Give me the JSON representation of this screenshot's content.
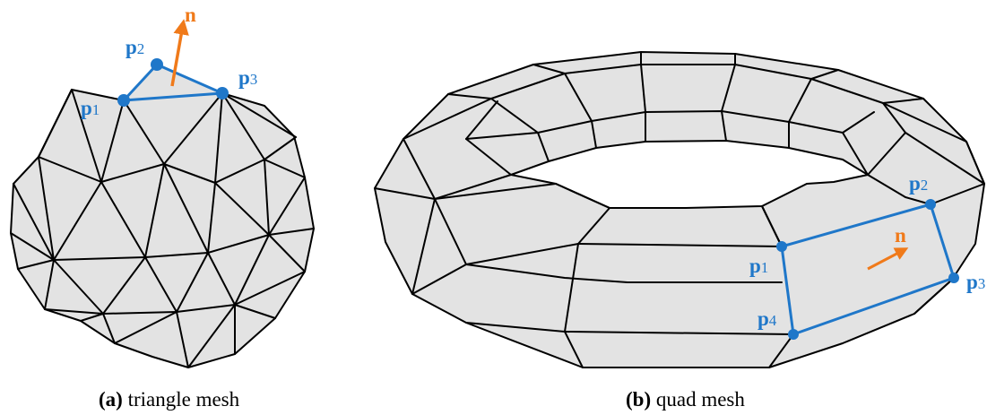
{
  "colors": {
    "accent_blue": "#1f77c9",
    "accent_orange": "#f07a1a",
    "face_fill": "#e3e3e3",
    "edge": "#000000"
  },
  "triangle_panel": {
    "normal_label": "n",
    "points": [
      {
        "main": "p",
        "sub": "2"
      },
      {
        "main": "p",
        "sub": "3"
      },
      {
        "main": "p",
        "sub": "1"
      }
    ],
    "caption": {
      "tag": "(a)",
      "text": " triangle mesh"
    }
  },
  "quad_panel": {
    "normal_label": "n",
    "points": [
      {
        "main": "p",
        "sub": "2"
      },
      {
        "main": "p",
        "sub": "1"
      },
      {
        "main": "p",
        "sub": "4"
      },
      {
        "main": "p",
        "sub": "3"
      }
    ],
    "caption": {
      "tag": "(b)",
      "text": " quad mesh"
    }
  }
}
